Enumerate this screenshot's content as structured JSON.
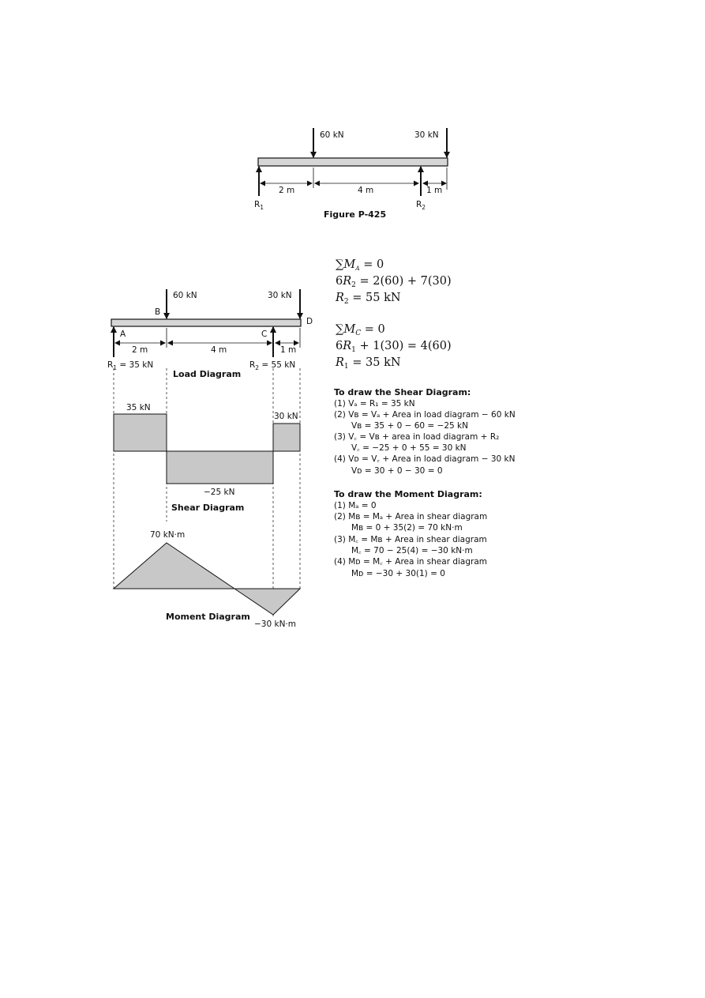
{
  "fig1": {
    "load_1": "60 kN",
    "load_2": "30 kN",
    "dim_1": "2 m",
    "dim_2": "4 m",
    "dim_3": "1 m",
    "r1": "R",
    "r1_sub": "1",
    "r2": "R",
    "r2_sub": "2",
    "caption": "Figure P-425"
  },
  "fig2": {
    "load_1": "60 kN",
    "load_2": "30 kN",
    "pt_a": "A",
    "pt_b": "B",
    "pt_c": "C",
    "pt_d": "D",
    "dim_1": "2 m",
    "dim_2": "4 m",
    "dim_3": "1 m",
    "r1_label": "R",
    "r1_sub": "1",
    "r1_value": " = 35 kN",
    "r2_label": "R",
    "r2_sub": "2",
    "r2_value": " = 55 kN",
    "load_title": "Load Diagram",
    "shear_pos1": "35 kN",
    "shear_pos2": "30 kN",
    "shear_neg": "−25 kN",
    "shear_title": "Shear Diagram",
    "moment_max": "70 kN·m",
    "moment_min": "−30 kN·m",
    "moment_title": "Moment Diagram"
  },
  "equations": {
    "e1_sum": "∑",
    "e1_m": "M",
    "e1_sub": "A",
    "e1_rest": " = 0",
    "e2_pre": "6",
    "e2_r": "R",
    "e2_sub": "2",
    "e2_rest": " = 2(60) + 7(30)",
    "e3_r": "R",
    "e3_sub": "2",
    "e3_rest": " = 55 kN",
    "e4_sum": "∑",
    "e4_m": "M",
    "e4_sub": "C",
    "e4_rest": " = 0",
    "e5_pre": "6",
    "e5_r": "R",
    "e5_sub": "1",
    "e5_mid": " + 1(30) = 4(60)",
    "e6_r": "R",
    "e6_sub": "1",
    "e6_rest": " = 35 kN"
  },
  "shear_steps": {
    "title": "To draw the Shear Diagram:",
    "l1": "(1)  Vₐ = R₁ = 35 kN",
    "l2": "(2)  Vʙ = Vₐ + Area in load diagram − 60 kN",
    "l3": "Vʙ = 35 + 0 − 60 = −25 kN",
    "l4": "(3)  V꜀ = Vʙ + area in load diagram + R₂",
    "l5": "V꜀ = −25 + 0 + 55 = 30 kN",
    "l6": "(4)  Vᴅ = V꜀ + Area in load diagram − 30 kN",
    "l7": "Vᴅ = 30 + 0 − 30 = 0"
  },
  "moment_steps": {
    "title": "To draw the Moment Diagram:",
    "l1": "(1)  Mₐ = 0",
    "l2": "(2)  Mʙ = Mₐ + Area in shear diagram",
    "l3": "Mʙ = 0 + 35(2) = 70 kN·m",
    "l4": "(3)  M꜀ = Mʙ + Area in shear diagram",
    "l5": "M꜀ = 70 − 25(4) = −30 kN·m",
    "l6": "(4)  Mᴅ = M꜀ + Area in shear diagram",
    "l7": "Mᴅ = −30 + 30(1) = 0"
  },
  "colors": {
    "fill": "#c8c8c8",
    "ink": "#111111",
    "beam": "#d6d6d6"
  }
}
